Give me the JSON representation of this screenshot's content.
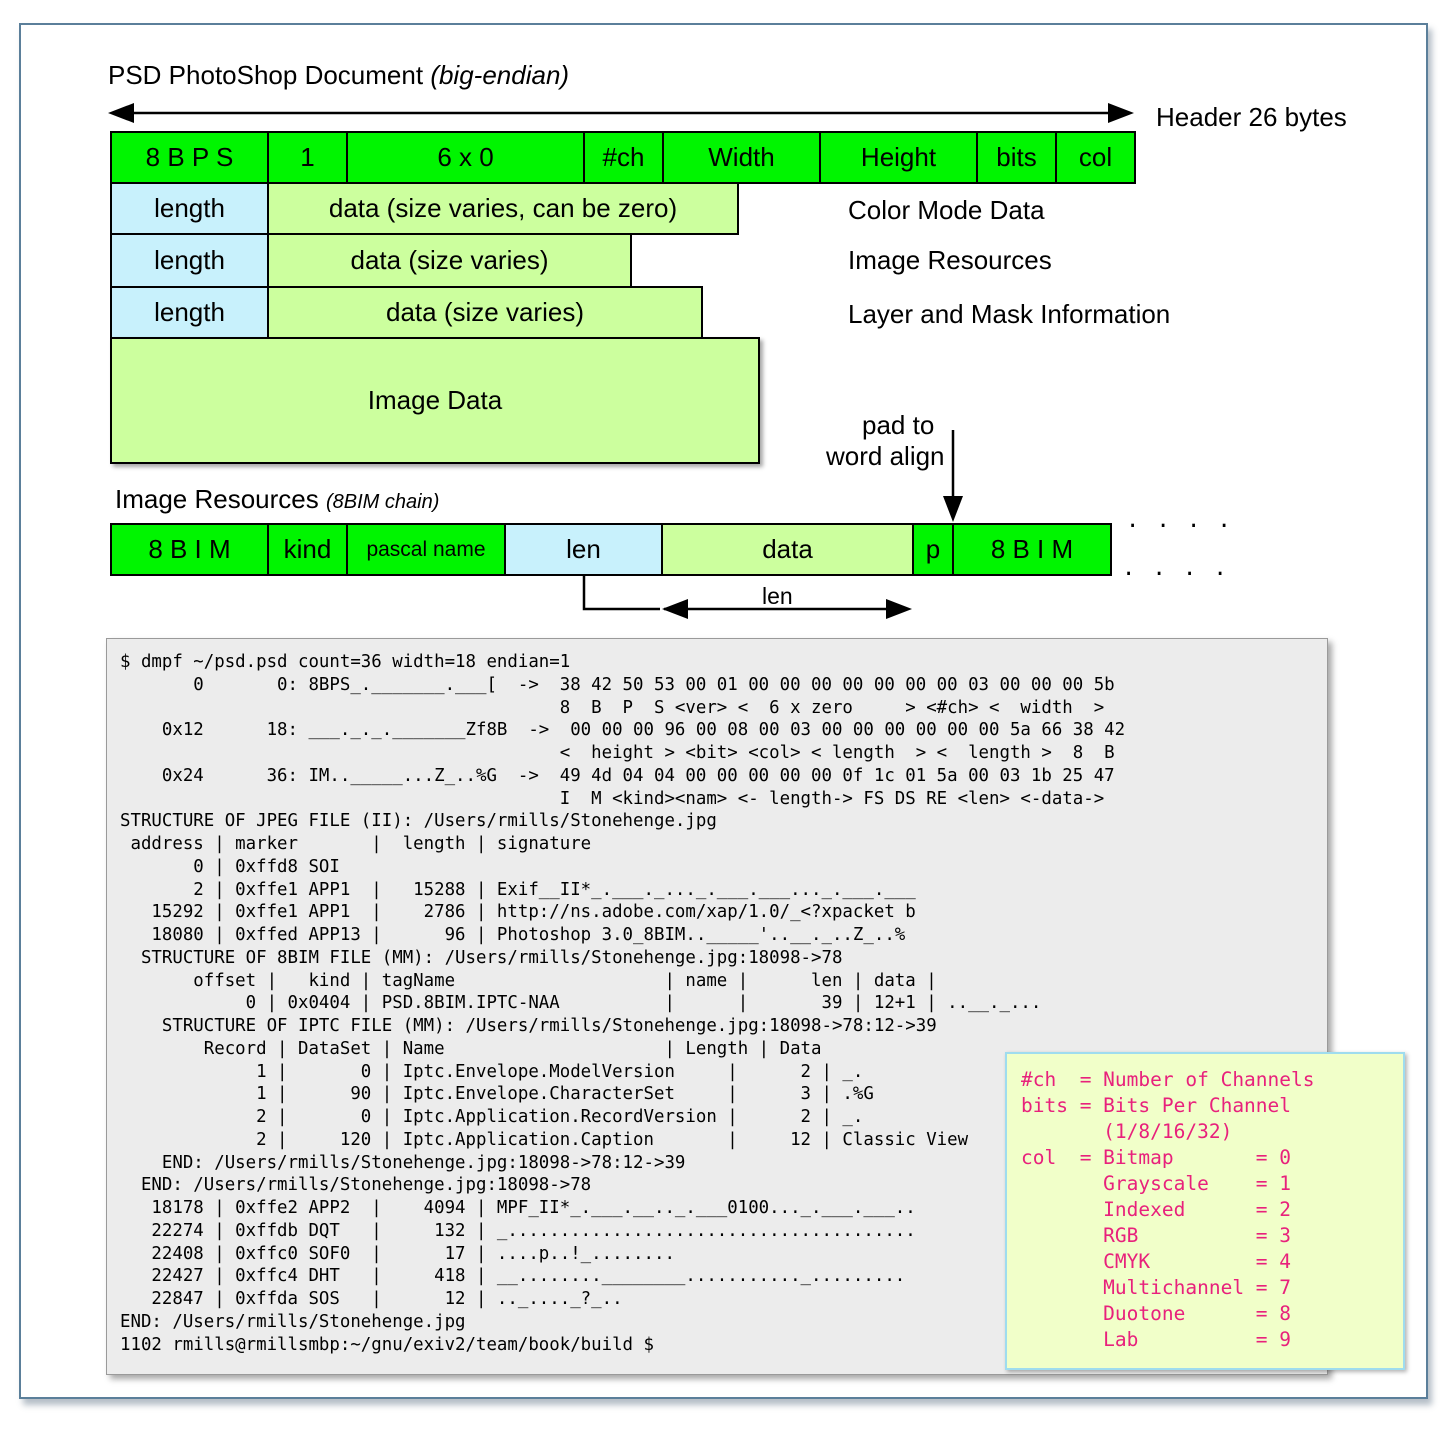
{
  "psd_section": {
    "title": "PSD PhotoShop Document",
    "title_note": "(big-endian)",
    "header_label": "Header 26 bytes",
    "header_cells": [
      "8 B P S",
      "1",
      "6 x 0",
      "#ch",
      "Width",
      "Height",
      "bits",
      "col"
    ],
    "rows": [
      {
        "length": "length",
        "data": "data (size varies, can be zero)",
        "label": "Color Mode Data"
      },
      {
        "length": "length",
        "data": "data (size varies)",
        "label": "Image Resources"
      },
      {
        "length": "length",
        "data": "data (size varies)",
        "label": "Layer and Mask Information"
      }
    ],
    "image_data": "Image Data",
    "pad_note_line1": "pad  to",
    "pad_note_line2": "word align"
  },
  "resources_section": {
    "title": "Image Resources",
    "title_note": "(8BIM chain)",
    "cells": [
      "8 B I M",
      "kind",
      "pascal name",
      "len",
      "data",
      "p",
      "8 B I M"
    ],
    "len_arrow_label": "len",
    "continuation_dots": ". . . ."
  },
  "terminal": {
    "lines": [
      "$ dmpf ~/psd.psd count=36 width=18 endian=1",
      "       0       0: 8BPS_._______.___[  ->  38 42 50 53 00 01 00 00 00 00 00 00 00 03 00 00 00 5b",
      "                                          8  B  P  S <ver> <  6 x zero     > <#ch> <  width  >",
      "    0x12      18: ___._._._______Zf8B  ->  00 00 00 96 00 08 00 03 00 00 00 00 00 00 5a 66 38 42",
      "                                          <  height > <bit> <col> < length  > <  length >  8  B",
      "    0x24      36: IM.._____...Z_..%G  ->  49 4d 04 04 00 00 00 00 00 0f 1c 01 5a 00 03 1b 25 47",
      "                                          I  M <kind><nam> <- length-> FS DS RE <len> <-data->",
      "STRUCTURE OF JPEG FILE (II): /Users/rmills/Stonehenge.jpg",
      " address | marker       |  length | signature",
      "       0 | 0xffd8 SOI",
      "       2 | 0xffe1 APP1  |   15288 | Exif__II*_.___._..._.___.___..._.___.___",
      "   15292 | 0xffe1 APP1  |    2786 | http://ns.adobe.com/xap/1.0/_<?xpacket b",
      "   18080 | 0xffed APP13 |      96 | Photoshop 3.0_8BIM.._____'..__._..Z_..%",
      "  STRUCTURE OF 8BIM FILE (MM): /Users/rmills/Stonehenge.jpg:18098->78",
      "       offset |   kind | tagName                    | name |      len | data |",
      "            0 | 0x0404 | PSD.8BIM.IPTC-NAA          |      |       39 | 12+1 | ..__._...",
      "    STRUCTURE OF IPTC FILE (MM): /Users/rmills/Stonehenge.jpg:18098->78:12->39",
      "        Record | DataSet | Name                     | Length | Data",
      "             1 |       0 | Iptc.Envelope.ModelVersion     |      2 | _.",
      "             1 |      90 | Iptc.Envelope.CharacterSet     |      3 | .%G",
      "             2 |       0 | Iptc.Application.RecordVersion |      2 | _.",
      "             2 |     120 | Iptc.Application.Caption       |     12 | Classic View",
      "    END: /Users/rmills/Stonehenge.jpg:18098->78:12->39",
      "  END: /Users/rmills/Stonehenge.jpg:18098->78",
      "   18178 | 0xffe2 APP2  |    4094 | MPF_II*_.___.__.._.___0100..._.___.___..",
      "   22274 | 0xffdb DQT   |     132 | _.......................................",
      "   22408 | 0xffc0 SOF0  |      17 | ....p..!_........",
      "   22427 | 0xffc4 DHT   |     418 | __........________..........._.........",
      "   22847 | 0xffda SOS   |      12 | .._...._?_..",
      "END: /Users/rmills/Stonehenge.jpg",
      "1102 rmills@rmillsmbp:~/gnu/exiv2/team/book/build $"
    ]
  },
  "legend": {
    "lines": [
      "#ch  = Number of Channels",
      "bits = Bits Per Channel",
      "       (1/8/16/32)",
      "col  = Bitmap       = 0",
      "       Grayscale    = 1",
      "       Indexed      = 2",
      "       RGB          = 3",
      "       CMYK         = 4",
      "       Multichannel = 7",
      "       Duotone      = 8",
      "       Lab          = 9"
    ]
  },
  "colors": {
    "header_green": "#00f500",
    "data_light_green": "#ccff9e",
    "length_light_blue": "#c8f1fc",
    "legend_text": "#e8217c",
    "terminal_bg": "#ececec"
  }
}
